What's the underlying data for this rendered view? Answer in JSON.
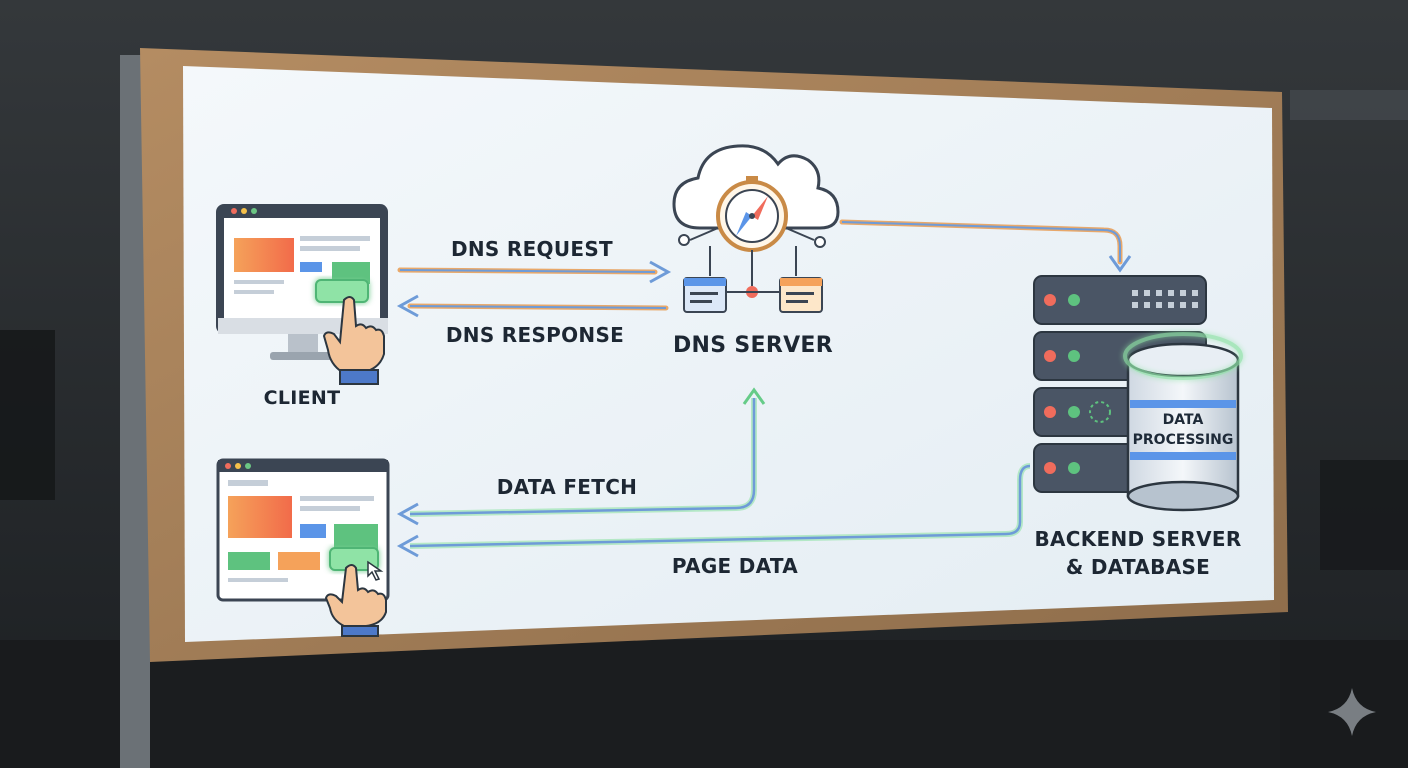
{
  "diagram": {
    "nodes": {
      "client": "CLIENT",
      "dns_server": "DNS SERVER",
      "backend_line1": "BACKEND SERVER",
      "backend_line2": "& DATABASE",
      "db_line1": "DATA",
      "db_line2": "PROCESSING"
    },
    "edges": {
      "dns_request": "DNS REQUEST",
      "dns_response": "DNS RESPONSE",
      "data_fetch": "DATA FETCH",
      "page_data": "PAGE DATA"
    },
    "colors": {
      "request_line": "#e8a86a",
      "response_line": "#6e9bd8",
      "fetch_line": "#66cc88",
      "board_frame": "#a8825a",
      "board_surface": "#eef4f8"
    }
  }
}
